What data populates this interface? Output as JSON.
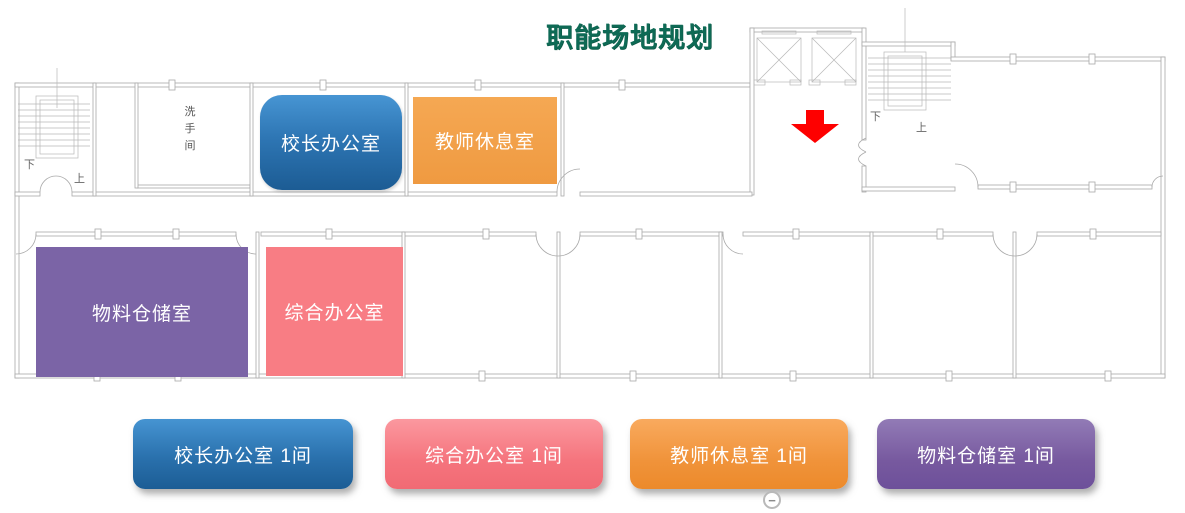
{
  "title": {
    "text": "职能场地规划",
    "color": "#0E6A55"
  },
  "floor_plan": {
    "restroom_label": "洗手间",
    "stairs": {
      "left": {
        "down_label": "下",
        "up_label": "上"
      },
      "right": {
        "down_label": "下",
        "up_label": "上"
      }
    },
    "arrow": {
      "shape": "down-arrow",
      "color": "#FE0000"
    },
    "rooms": {
      "principal": {
        "label": "校长办公室",
        "color": "#2E74B5"
      },
      "teacher": {
        "label": "教师休息室",
        "color": "#F2A24D"
      },
      "storage": {
        "label": "物料仓储室",
        "color": "#7B64A6"
      },
      "general": {
        "label": "综合办公室",
        "color": "#F87D84"
      }
    }
  },
  "legend": {
    "items": [
      {
        "label": "校长办公室 1间",
        "color": "#2E74B5"
      },
      {
        "label": "综合办公室 1间",
        "color": "#F3737C"
      },
      {
        "label": "教师休息室 1间",
        "color": "#F0943A"
      },
      {
        "label": "物料仓储室 1间",
        "color": "#7E62A8"
      }
    ],
    "collapse_icon": "−"
  }
}
